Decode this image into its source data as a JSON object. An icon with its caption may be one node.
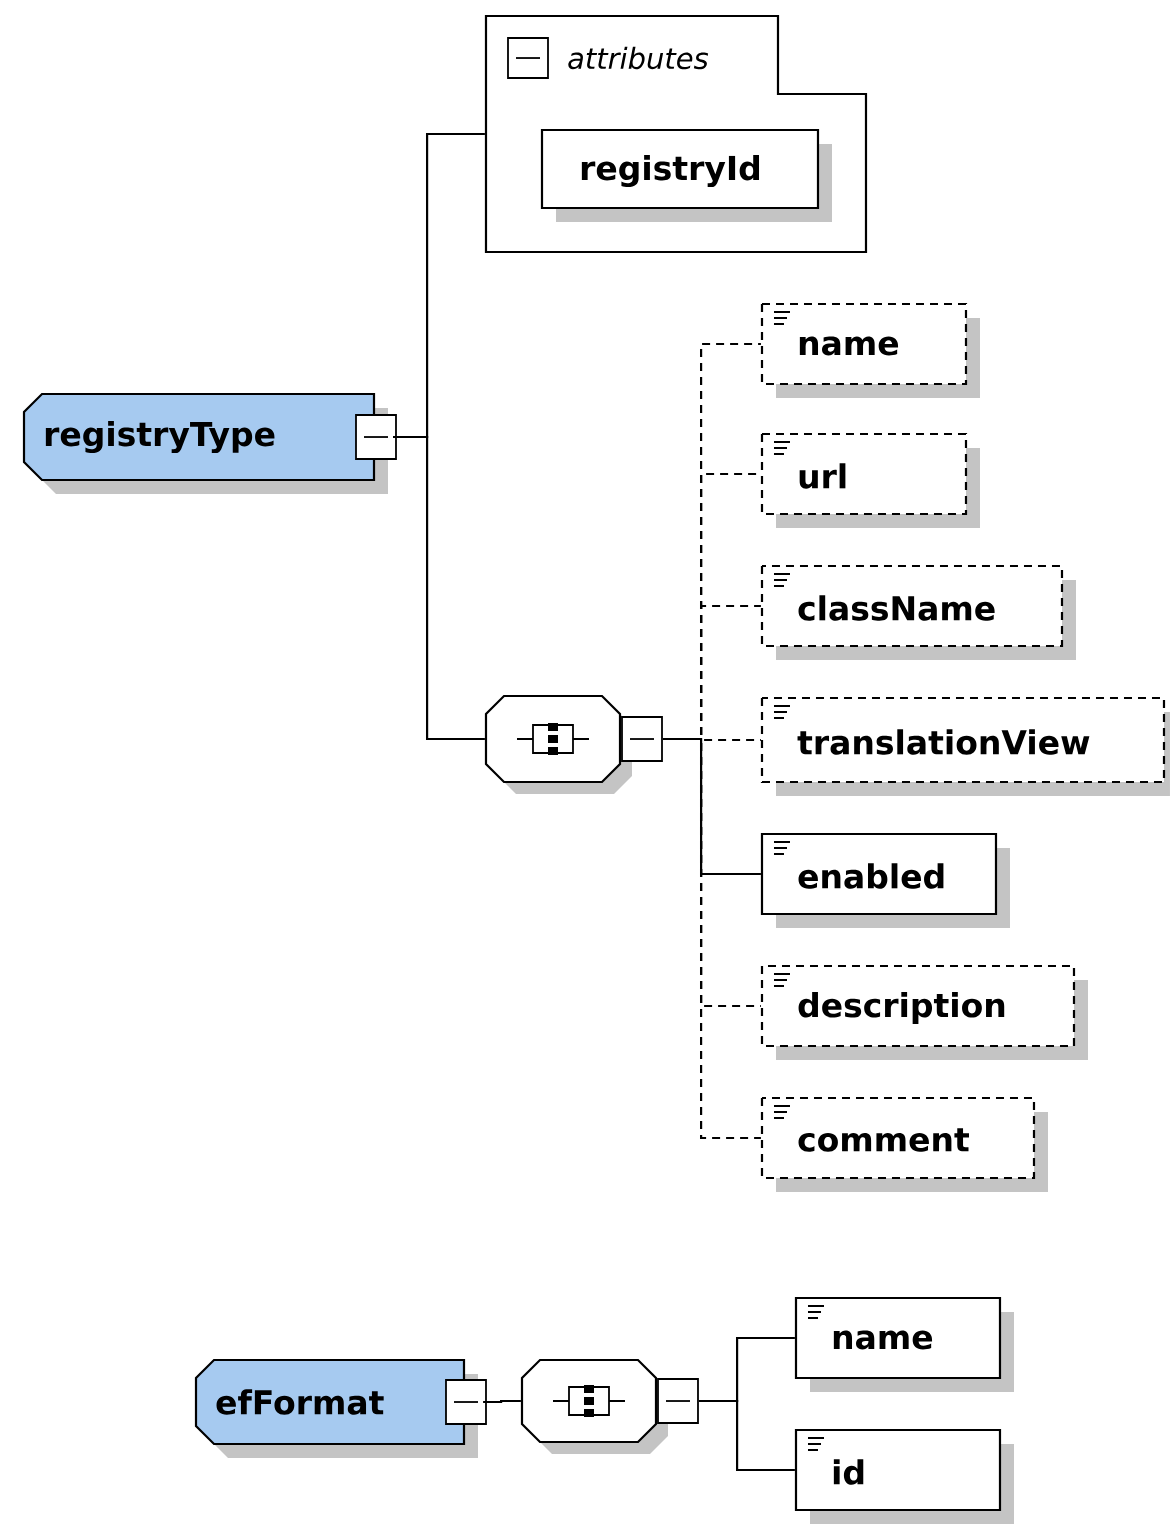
{
  "diagram": {
    "nodes": [
      {
        "text": [
          "registryType"
        ]
      },
      {
        "text": [
          "attributes"
        ]
      },
      {
        "text": [
          "registryId"
        ],
        "in": 1
      },
      {
        "text": [],
        "shape": "octagon"
      },
      {
        "text": [
          "name"
        ]
      },
      {
        "text": [
          "url"
        ]
      },
      {
        "text": [
          "className"
        ]
      },
      {
        "text": [
          "translationView"
        ]
      },
      {
        "text": [
          "enabled"
        ]
      },
      {
        "text": [
          "description"
        ]
      },
      {
        "text": [
          "comment"
        ]
      },
      {
        "text": [
          "efFormat"
        ]
      },
      {
        "text": [],
        "shape": "octagon"
      },
      {
        "text": [
          "name"
        ]
      },
      {
        "text": [
          "id"
        ]
      }
    ],
    "edges": [
      {
        "from": 0,
        "to": 1,
        "arrow": "none"
      },
      {
        "from": 0,
        "to": 3,
        "arrow": "none"
      },
      {
        "from": 3,
        "to": 4,
        "arrow": "none",
        "style": "dashed"
      },
      {
        "from": 3,
        "to": 5,
        "arrow": "none",
        "style": "dashed"
      },
      {
        "from": 3,
        "to": 6,
        "arrow": "none",
        "style": "dashed"
      },
      {
        "from": 3,
        "to": 7,
        "arrow": "none",
        "style": "dashed"
      },
      {
        "from": 3,
        "to": 8,
        "arrow": "none"
      },
      {
        "from": 3,
        "to": 9,
        "arrow": "none",
        "style": "dashed"
      },
      {
        "from": 3,
        "to": 10,
        "arrow": "none",
        "style": "dashed"
      },
      {
        "from": 11,
        "to": 12,
        "arrow": "none"
      },
      {
        "from": 12,
        "to": 13,
        "arrow": "none"
      },
      {
        "from": 12,
        "to": 14,
        "arrow": "none"
      }
    ]
  }
}
